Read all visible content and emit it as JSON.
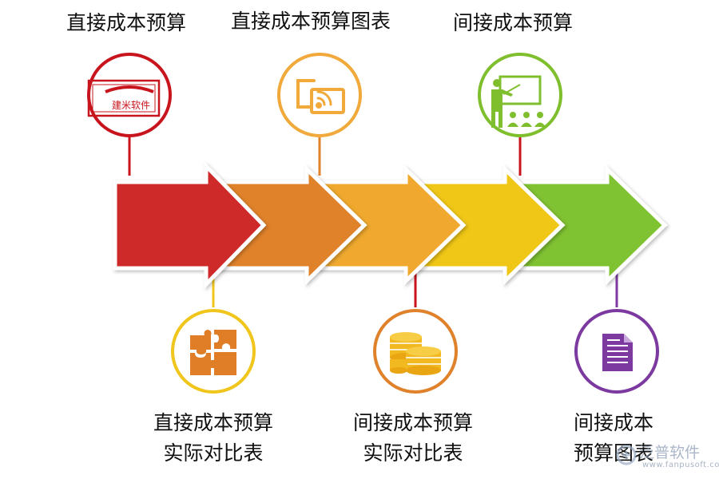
{
  "labels": {
    "top1": "直接成本预算",
    "top2": "直接成本预算图表",
    "top3": "间接成本预算",
    "bottom1_line1": "直接成本预算",
    "bottom1_line2": "实际对比表",
    "bottom2_line1": "间接成本预算",
    "bottom2_line2": "实际对比表",
    "bottom3_line1": "间接成本",
    "bottom3_line2": "预算图表"
  },
  "logo_text": "建米软件",
  "watermark": {
    "text": "泛普软件",
    "url": "www.fanpusoft.com"
  },
  "colors": {
    "arrow1": "#cf2a2a",
    "arrow2": "#e0822b",
    "arrow3": "#f0a92e",
    "arrow4": "#f0c718",
    "arrow5": "#7fc230",
    "circle_red": "#c8141c",
    "circle_orange": "#f0a93a",
    "circle_green": "#7fbf2e",
    "circle_yellow": "#f0c51c",
    "circle_dark_orange": "#e0822b",
    "circle_purple": "#7c3aa0",
    "icon_orange": "#e07d27",
    "icon_yellow": "#f1b81f"
  },
  "icons": [
    "brand-logo-icon",
    "wireless-screen-icon",
    "teacher-board-icon",
    "puzzle-icon",
    "coins-icon",
    "document-icon"
  ]
}
